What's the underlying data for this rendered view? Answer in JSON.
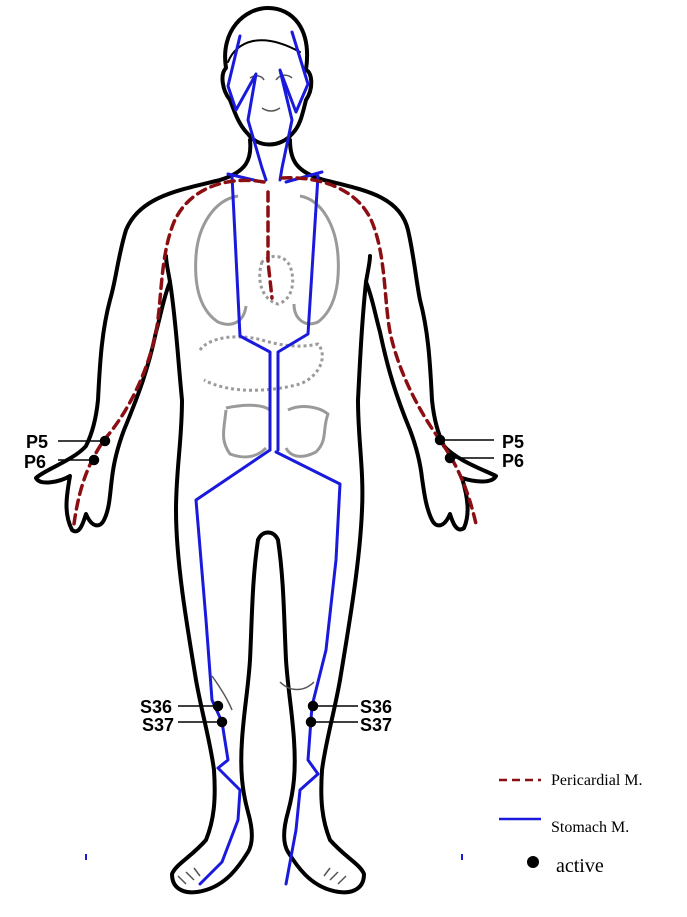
{
  "points": {
    "left_p5": "P5",
    "left_p6": "P6",
    "right_p5": "P5",
    "right_p6": "P6",
    "left_s36": "S36",
    "left_s37": "S37",
    "right_s36": "S36",
    "right_s37": "S37"
  },
  "legend": {
    "pericardial": "Pericardial M.",
    "stomach": "Stomach M.",
    "active": "active"
  },
  "colors": {
    "pericardial": "#8b0f12",
    "stomach": "#1a1adc",
    "outline": "#000000",
    "organs": "#9a9a9a"
  }
}
